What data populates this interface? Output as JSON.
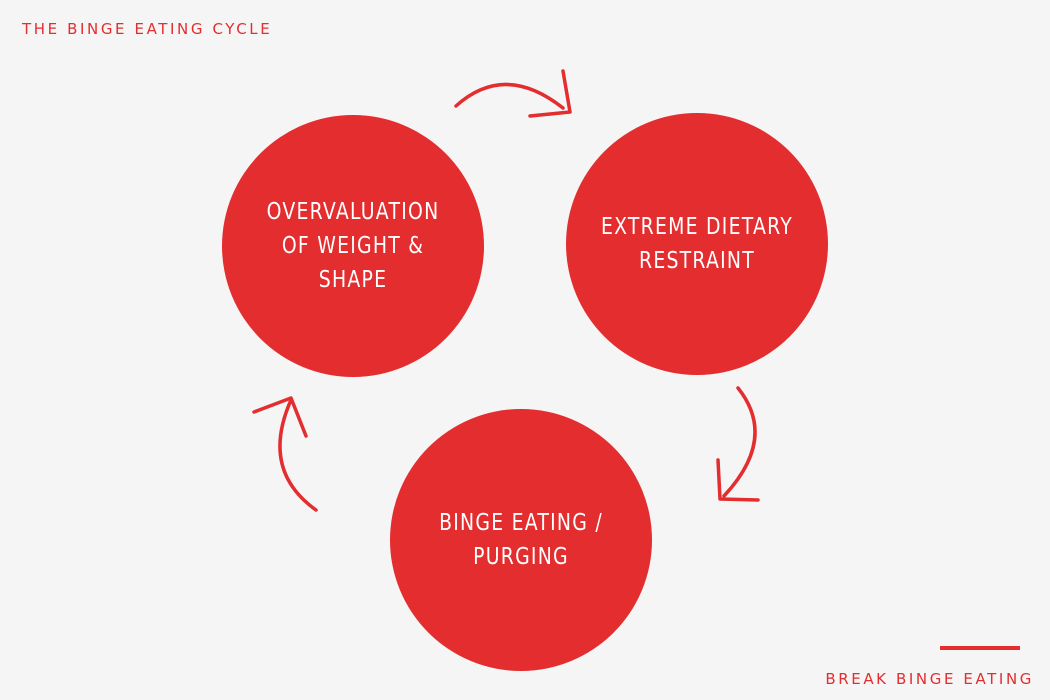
{
  "header": {
    "title": "THE BINGE EATING CYCLE"
  },
  "cycle": {
    "nodes": [
      {
        "label": "OVERVALUATION\nOF WEIGHT &\nSHAPE"
      },
      {
        "label": "EXTREME DIETARY\nRESTRAINT"
      },
      {
        "label": "BINGE EATING /\nPURGING"
      }
    ]
  },
  "footer": {
    "brand": "BREAK BINGE EATING"
  },
  "colors": {
    "accent": "#e32d2f",
    "background": "#f5f5f5",
    "node_text": "#ffffff"
  }
}
